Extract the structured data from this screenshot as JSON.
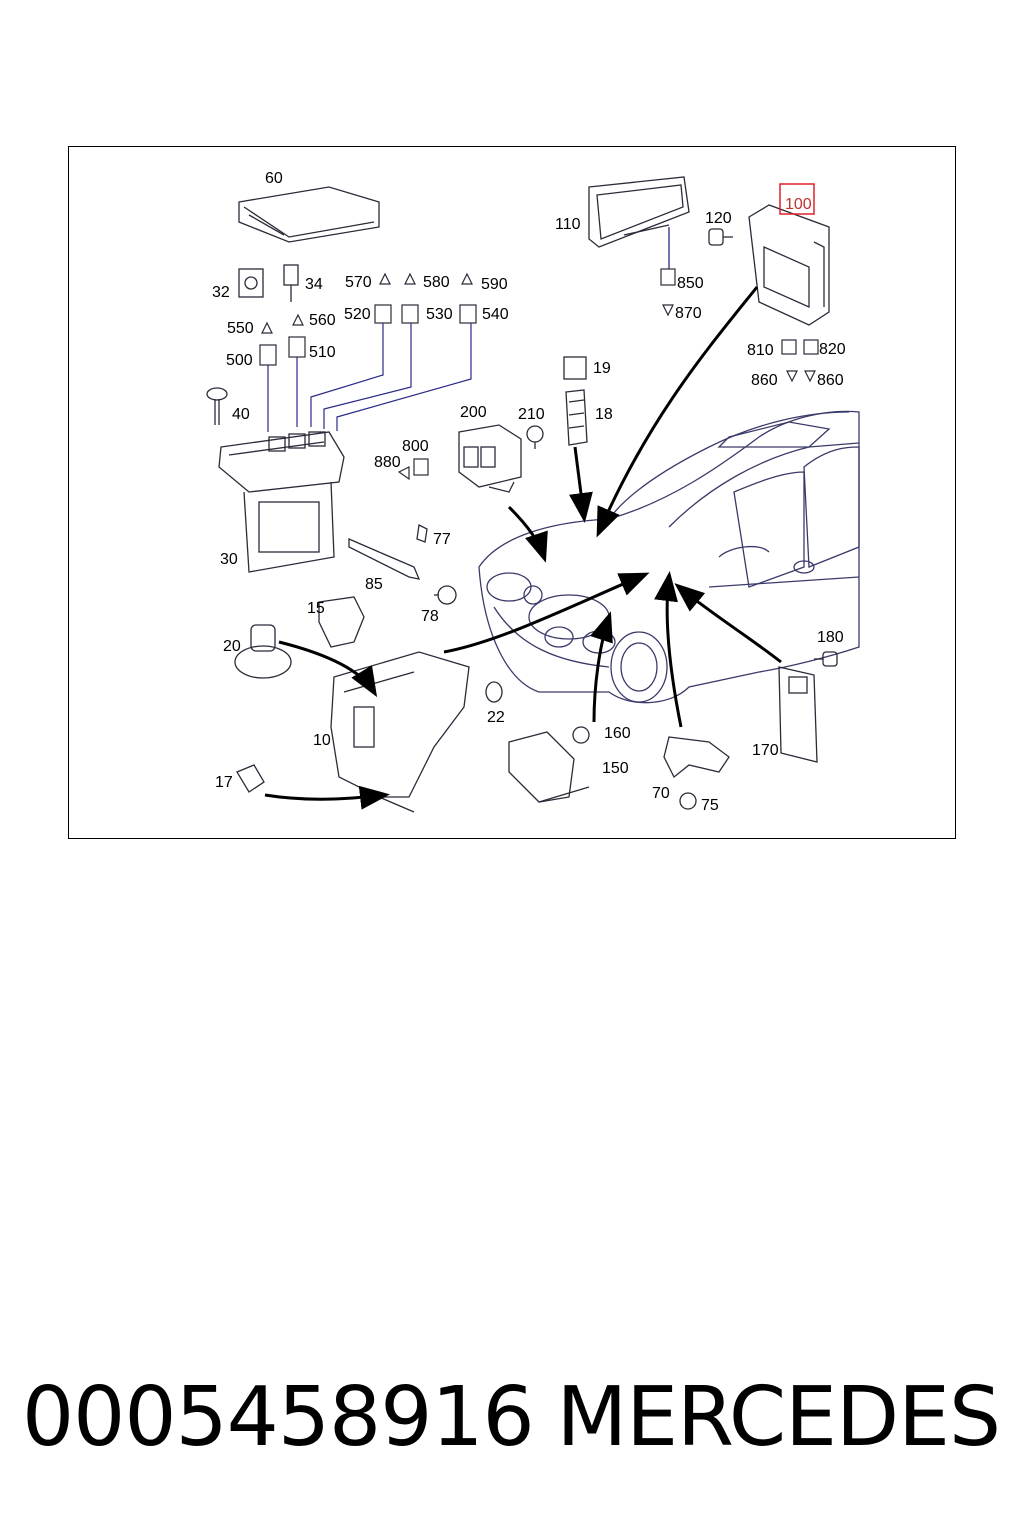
{
  "diagram": {
    "callouts": [
      {
        "id": "60",
        "text": "60"
      },
      {
        "id": "110",
        "text": "110"
      },
      {
        "id": "120",
        "text": "120"
      },
      {
        "id": "100",
        "text": "100",
        "highlighted": true
      },
      {
        "id": "32",
        "text": "32"
      },
      {
        "id": "34",
        "text": "34"
      },
      {
        "id": "570",
        "text": "570"
      },
      {
        "id": "580",
        "text": "580"
      },
      {
        "id": "590",
        "text": "590"
      },
      {
        "id": "850",
        "text": "850"
      },
      {
        "id": "870",
        "text": "870"
      },
      {
        "id": "550",
        "text": "550"
      },
      {
        "id": "560",
        "text": "560"
      },
      {
        "id": "520",
        "text": "520"
      },
      {
        "id": "530",
        "text": "530"
      },
      {
        "id": "540",
        "text": "540"
      },
      {
        "id": "500",
        "text": "500"
      },
      {
        "id": "510",
        "text": "510"
      },
      {
        "id": "810",
        "text": "810"
      },
      {
        "id": "820",
        "text": "820"
      },
      {
        "id": "860a",
        "text": "860"
      },
      {
        "id": "860b",
        "text": "860"
      },
      {
        "id": "19",
        "text": "19"
      },
      {
        "id": "18",
        "text": "18"
      },
      {
        "id": "40",
        "text": "40"
      },
      {
        "id": "200",
        "text": "200"
      },
      {
        "id": "210",
        "text": "210"
      },
      {
        "id": "800",
        "text": "800"
      },
      {
        "id": "880",
        "text": "880"
      },
      {
        "id": "77",
        "text": "77"
      },
      {
        "id": "30",
        "text": "30"
      },
      {
        "id": "85",
        "text": "85"
      },
      {
        "id": "78",
        "text": "78"
      },
      {
        "id": "15",
        "text": "15"
      },
      {
        "id": "20",
        "text": "20"
      },
      {
        "id": "180",
        "text": "180"
      },
      {
        "id": "22",
        "text": "22"
      },
      {
        "id": "160",
        "text": "160"
      },
      {
        "id": "10",
        "text": "10"
      },
      {
        "id": "150",
        "text": "150"
      },
      {
        "id": "170",
        "text": "170"
      },
      {
        "id": "17",
        "text": "17"
      },
      {
        "id": "70",
        "text": "70"
      },
      {
        "id": "75",
        "text": "75"
      }
    ],
    "colors": {
      "line": "#000000",
      "part_outline": "#2b2b3a",
      "car_outline": "#3a3a6a",
      "leader_blue": "#2a2a8a",
      "highlight_box": "#e0202a",
      "highlight_text": "#c03030"
    }
  },
  "footer": {
    "part_number": "0005458916",
    "brand": "MERCEDES"
  }
}
